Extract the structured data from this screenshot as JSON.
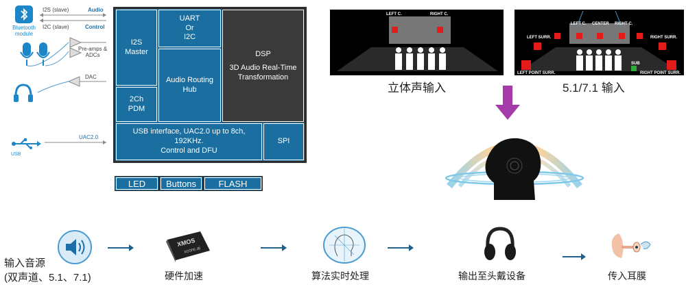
{
  "peripherals": {
    "bluetooth_label": "Bluetooth\nmodule",
    "i2s_label": "I2S (slave)",
    "audio_label": "Audio",
    "i2c_label": "I2C (slave)",
    "control_label": "Control",
    "preamp_label": "Pre-amps &\nADCs",
    "dac_label": "DAC",
    "uac_label": "UAC2.0",
    "usb_label": "USB"
  },
  "architecture": {
    "i2s_master": "I2S\nMaster",
    "uart": "UART\nOr\nI2C",
    "dsp_title": "DSP",
    "dsp_desc": "3D Audio Real-Time\nTransformation",
    "audio_routing": "Audio Routing\nHub",
    "pdm": "2Ch\nPDM",
    "usb_interface": "USB interface, UAC2.0 up to 8ch,\n192KHz.\nControl and DFU",
    "spi": "SPI",
    "led": "LED",
    "buttons": "Buttons",
    "flash": "FLASH"
  },
  "stereo": {
    "left": "LEFT C.",
    "right": "RIGHT C.",
    "caption": "立体声输入"
  },
  "surround": {
    "left_c": "LEFT C.",
    "center": "CENTER",
    "right_c": "RIGHT C.",
    "left_surr": "LEFT SURR.",
    "right_surr": "RIGHT SURR.",
    "sub": "SUB",
    "left_point": "LEFT POINT SURR.",
    "right_point": "RIGHT POINT SURR.",
    "caption": "5.1/7.1 输入"
  },
  "flow": {
    "input_label": "输入音源\n(双声道、5.1、7.1)",
    "chip_brand": "XMOS",
    "chip_model": "xcore.ai",
    "hw_label": "硬件加速",
    "algo_label": "算法实时处理",
    "headset_label": "输出至头戴设备",
    "ear_label": "传入耳膜"
  },
  "colors": {
    "block_blue": "#1a6fa0",
    "block_dark": "#2d2d2d",
    "speaker_red": "#e21b1b",
    "arrow_purple": "#a53ba8",
    "sub_green": "#2eaa3a"
  }
}
